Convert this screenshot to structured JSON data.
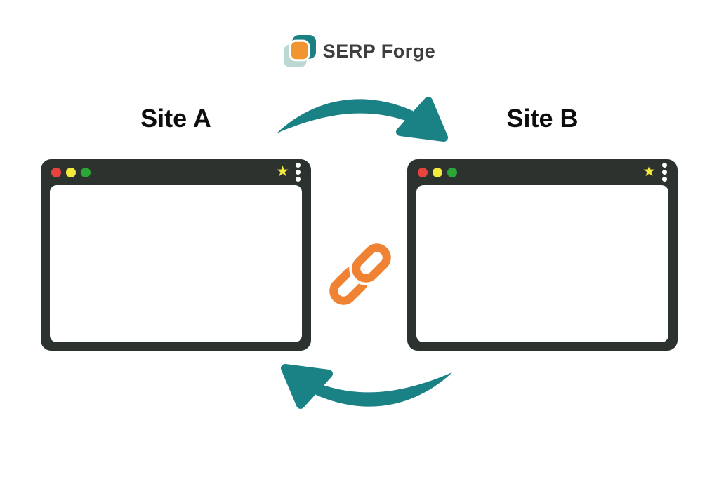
{
  "logo": {
    "name": "SERP Forge"
  },
  "diagram": {
    "site_a_label": "Site A",
    "site_b_label": "Site B"
  },
  "window_chrome": {
    "star_glyph": "★"
  },
  "colors": {
    "arrow_teal": "#1A8184",
    "link_orange": "#F08233",
    "window_frame": "#2C332E",
    "window_content": "#FFFFFF",
    "traffic_red": "#E8433F",
    "traffic_yellow": "#F5E93C",
    "traffic_green": "#2AA734",
    "bookmark_star_yellow": "#F5E93C",
    "logo_teal": "#1C7F82",
    "logo_mint": "#BCD8D2",
    "logo_orange": "#F0952F",
    "logo_text": "#3E3E40",
    "label_text": "#0D0D0D",
    "background": "#FFFFFF"
  }
}
